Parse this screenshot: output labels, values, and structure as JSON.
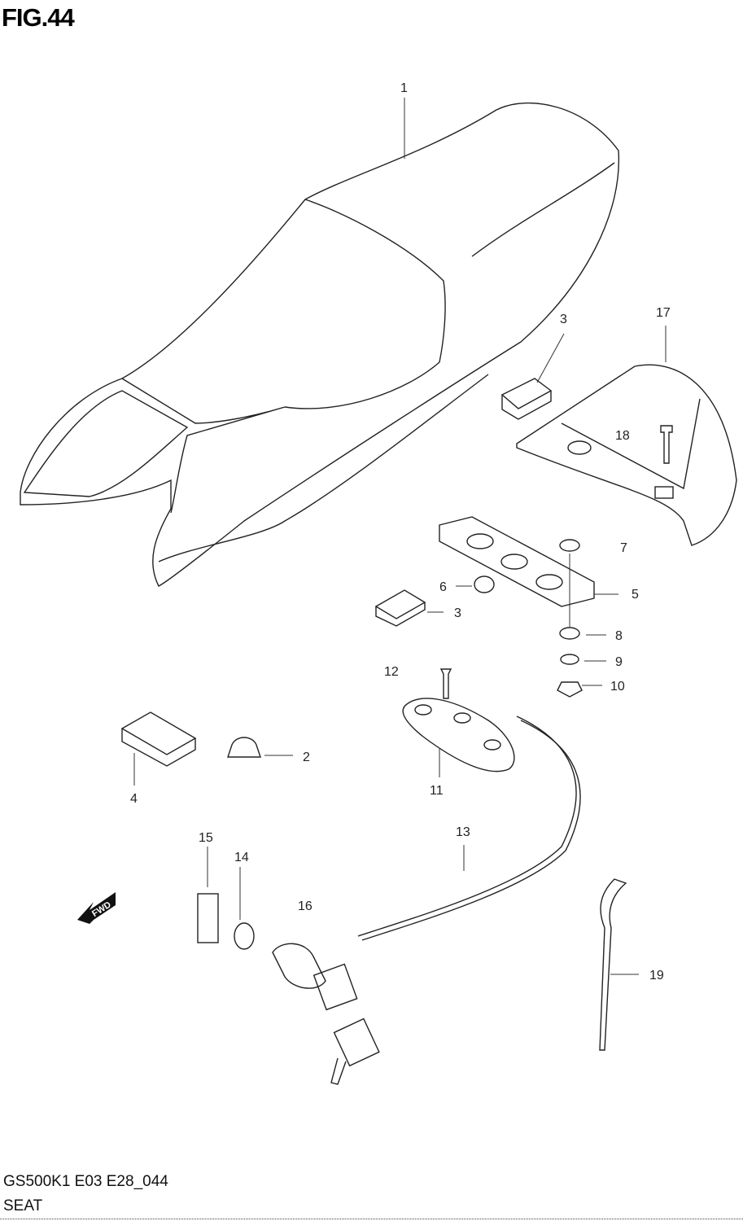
{
  "figure_title": "FIG.44",
  "diagram_code": "GS500K1 E03 E28_044",
  "caption": "SEAT",
  "fwd_badge": "FWD",
  "callouts": {
    "seat": "1",
    "nut": "2",
    "cushion_upper": "3",
    "cushion_lower": "3",
    "pad": "4",
    "plate": "5",
    "bolt_6": "6",
    "washer_7": "7",
    "washer_8": "8",
    "washer_9": "9",
    "nut_10": "10",
    "lock_bracket": "11",
    "screw_12": "12",
    "cable": "13",
    "cover_14": "14",
    "screw_15": "15",
    "lock_set": "16",
    "tail_box": "17",
    "bolt_18": "18",
    "helmet_wire": "19"
  }
}
